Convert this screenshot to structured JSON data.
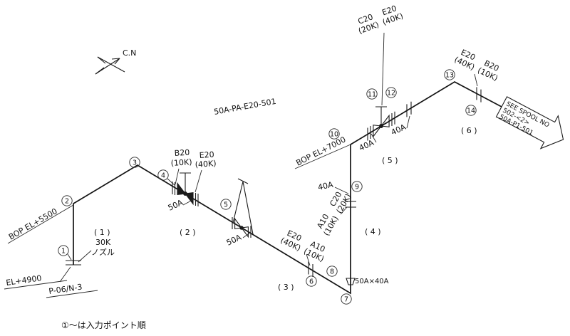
{
  "north": {
    "label": "C.N"
  },
  "line_no": "50A-PA-E20-501",
  "note": "①〜は入力ポイント順",
  "markers": {
    "m1": "1",
    "m2": "2",
    "m3": "3",
    "m4": "4",
    "m5": "5",
    "m6": "6",
    "m7": "7",
    "m8": "8",
    "m9": "9",
    "m10": "10",
    "m11": "11",
    "m12": "12",
    "m13": "13",
    "m14": "14"
  },
  "seq": {
    "s1": "( 1 )",
    "s2": "( 2 )",
    "s3": "( 3 )",
    "s4": "( 4 )",
    "s5": "( 5 )",
    "s6": "( 6 )"
  },
  "elev": {
    "bop5500": "BOP EL+5500",
    "el4900": "EL+4900",
    "bop7000": "BOP EL+7000"
  },
  "nozzle": {
    "rating": "30K",
    "name": "ノズル",
    "tag": "P-06/N-3"
  },
  "specs": {
    "c1": {
      "a": "B20",
      "ar": "(10K)",
      "b": "E20",
      "br": "(40K)"
    },
    "c2": {
      "a": "E20",
      "ar": "(40K)",
      "b": "A10",
      "br": "(10K)"
    },
    "c3": {
      "a": "A10",
      "ar": "(10K)",
      "b": "C20",
      "br": "(20K)"
    },
    "c4": {
      "a": "C20",
      "ar": "(20K)",
      "b": "E20",
      "br": "(40K)"
    },
    "c5": {
      "a": "E20",
      "ar": "(40K)",
      "b": "B20",
      "br": "(10K)"
    }
  },
  "sizes": {
    "v4": "50A",
    "v5": "50A",
    "n9": "40A",
    "v11a": "40A",
    "v11b": "40A",
    "reducer": "50A×40A"
  },
  "spool": {
    "l1": "SEE SPOOL NO",
    "l2": "502-<2>",
    "l3": "50A-P1-501"
  }
}
